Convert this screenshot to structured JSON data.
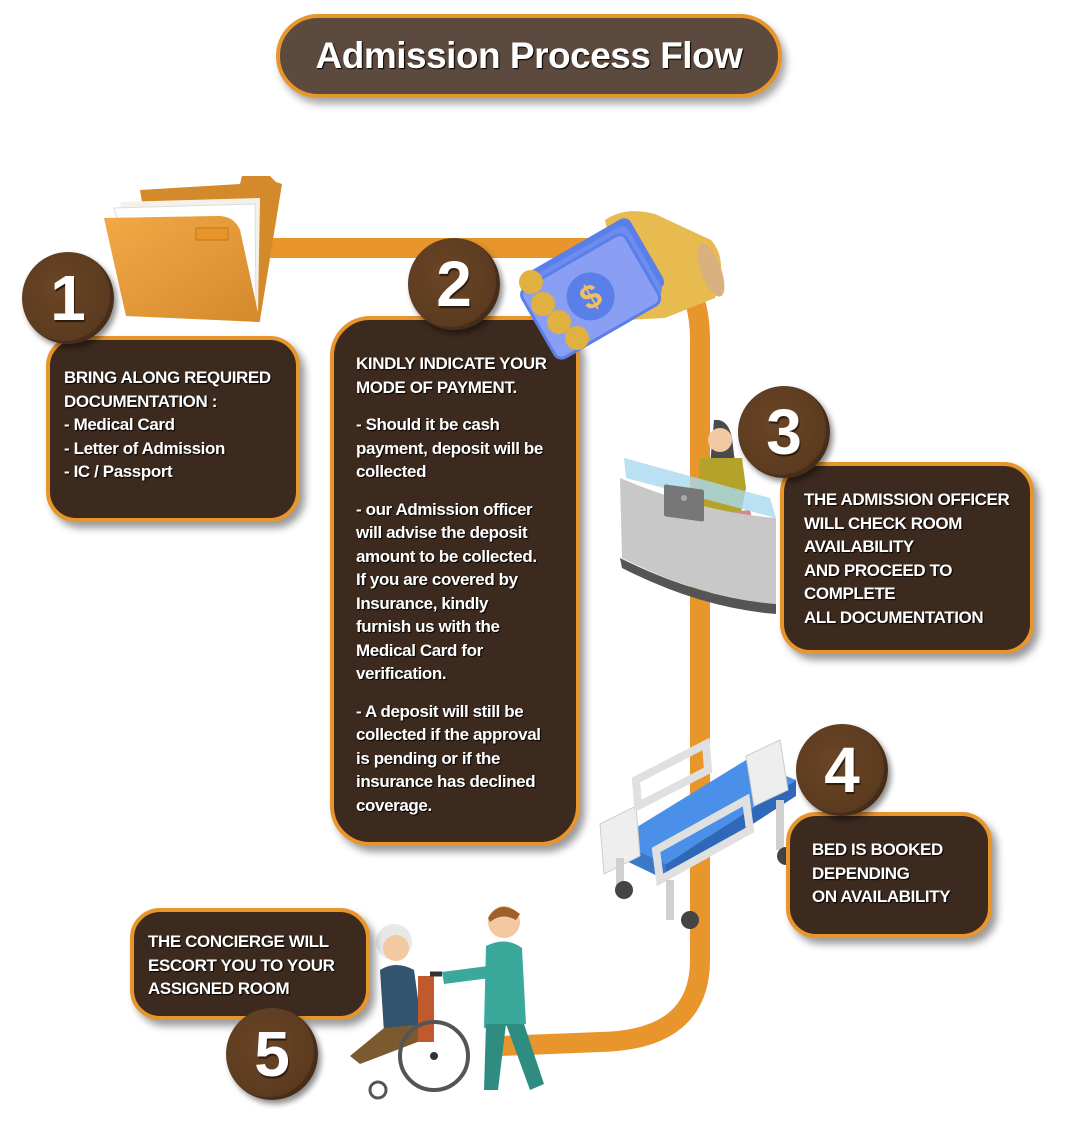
{
  "title": "Admission Process Flow",
  "colors": {
    "brand_brown": "#3d2a1e",
    "title_brown": "#5c4a3e",
    "badge_brown": "#5a3a1f",
    "accent_orange": "#e8952c",
    "text": "#ffffff"
  },
  "steps": [
    {
      "number": "1",
      "icon": "folder-icon",
      "text": "BRING ALONG REQUIRED\nDOCUMENTATION :\n- Medical Card\n- Letter of Admission\n- IC / Passport"
    },
    {
      "number": "2",
      "icon": "money-hand-icon",
      "heading": "KINDLY INDICATE YOUR\nMODE OF PAYMENT.",
      "paragraphs": [
        "- Should it be cash\npayment, deposit will be\ncollected",
        "- our Admission officer\nwill advise the deposit\namount to be collected.\nIf you are covered by\nInsurance, kindly\nfurnish us with the\nMedical Card for\nverification.",
        "- A deposit will still be\ncollected if the approval\nis pending or if the\ninsurance has declined\ncoverage."
      ]
    },
    {
      "number": "3",
      "icon": "reception-desk-icon",
      "text": "THE ADMISSION OFFICER\nWILL CHECK ROOM\nAVAILABILITY\nAND PROCEED TO\nCOMPLETE\nALL DOCUMENTATION"
    },
    {
      "number": "4",
      "icon": "hospital-bed-icon",
      "text": "BED IS BOOKED\nDEPENDING\nON AVAILABILITY"
    },
    {
      "number": "5",
      "icon": "wheelchair-escort-icon",
      "text": "THE CONCIERGE WILL\nESCORT  YOU TO YOUR\nASSIGNED ROOM"
    }
  ]
}
